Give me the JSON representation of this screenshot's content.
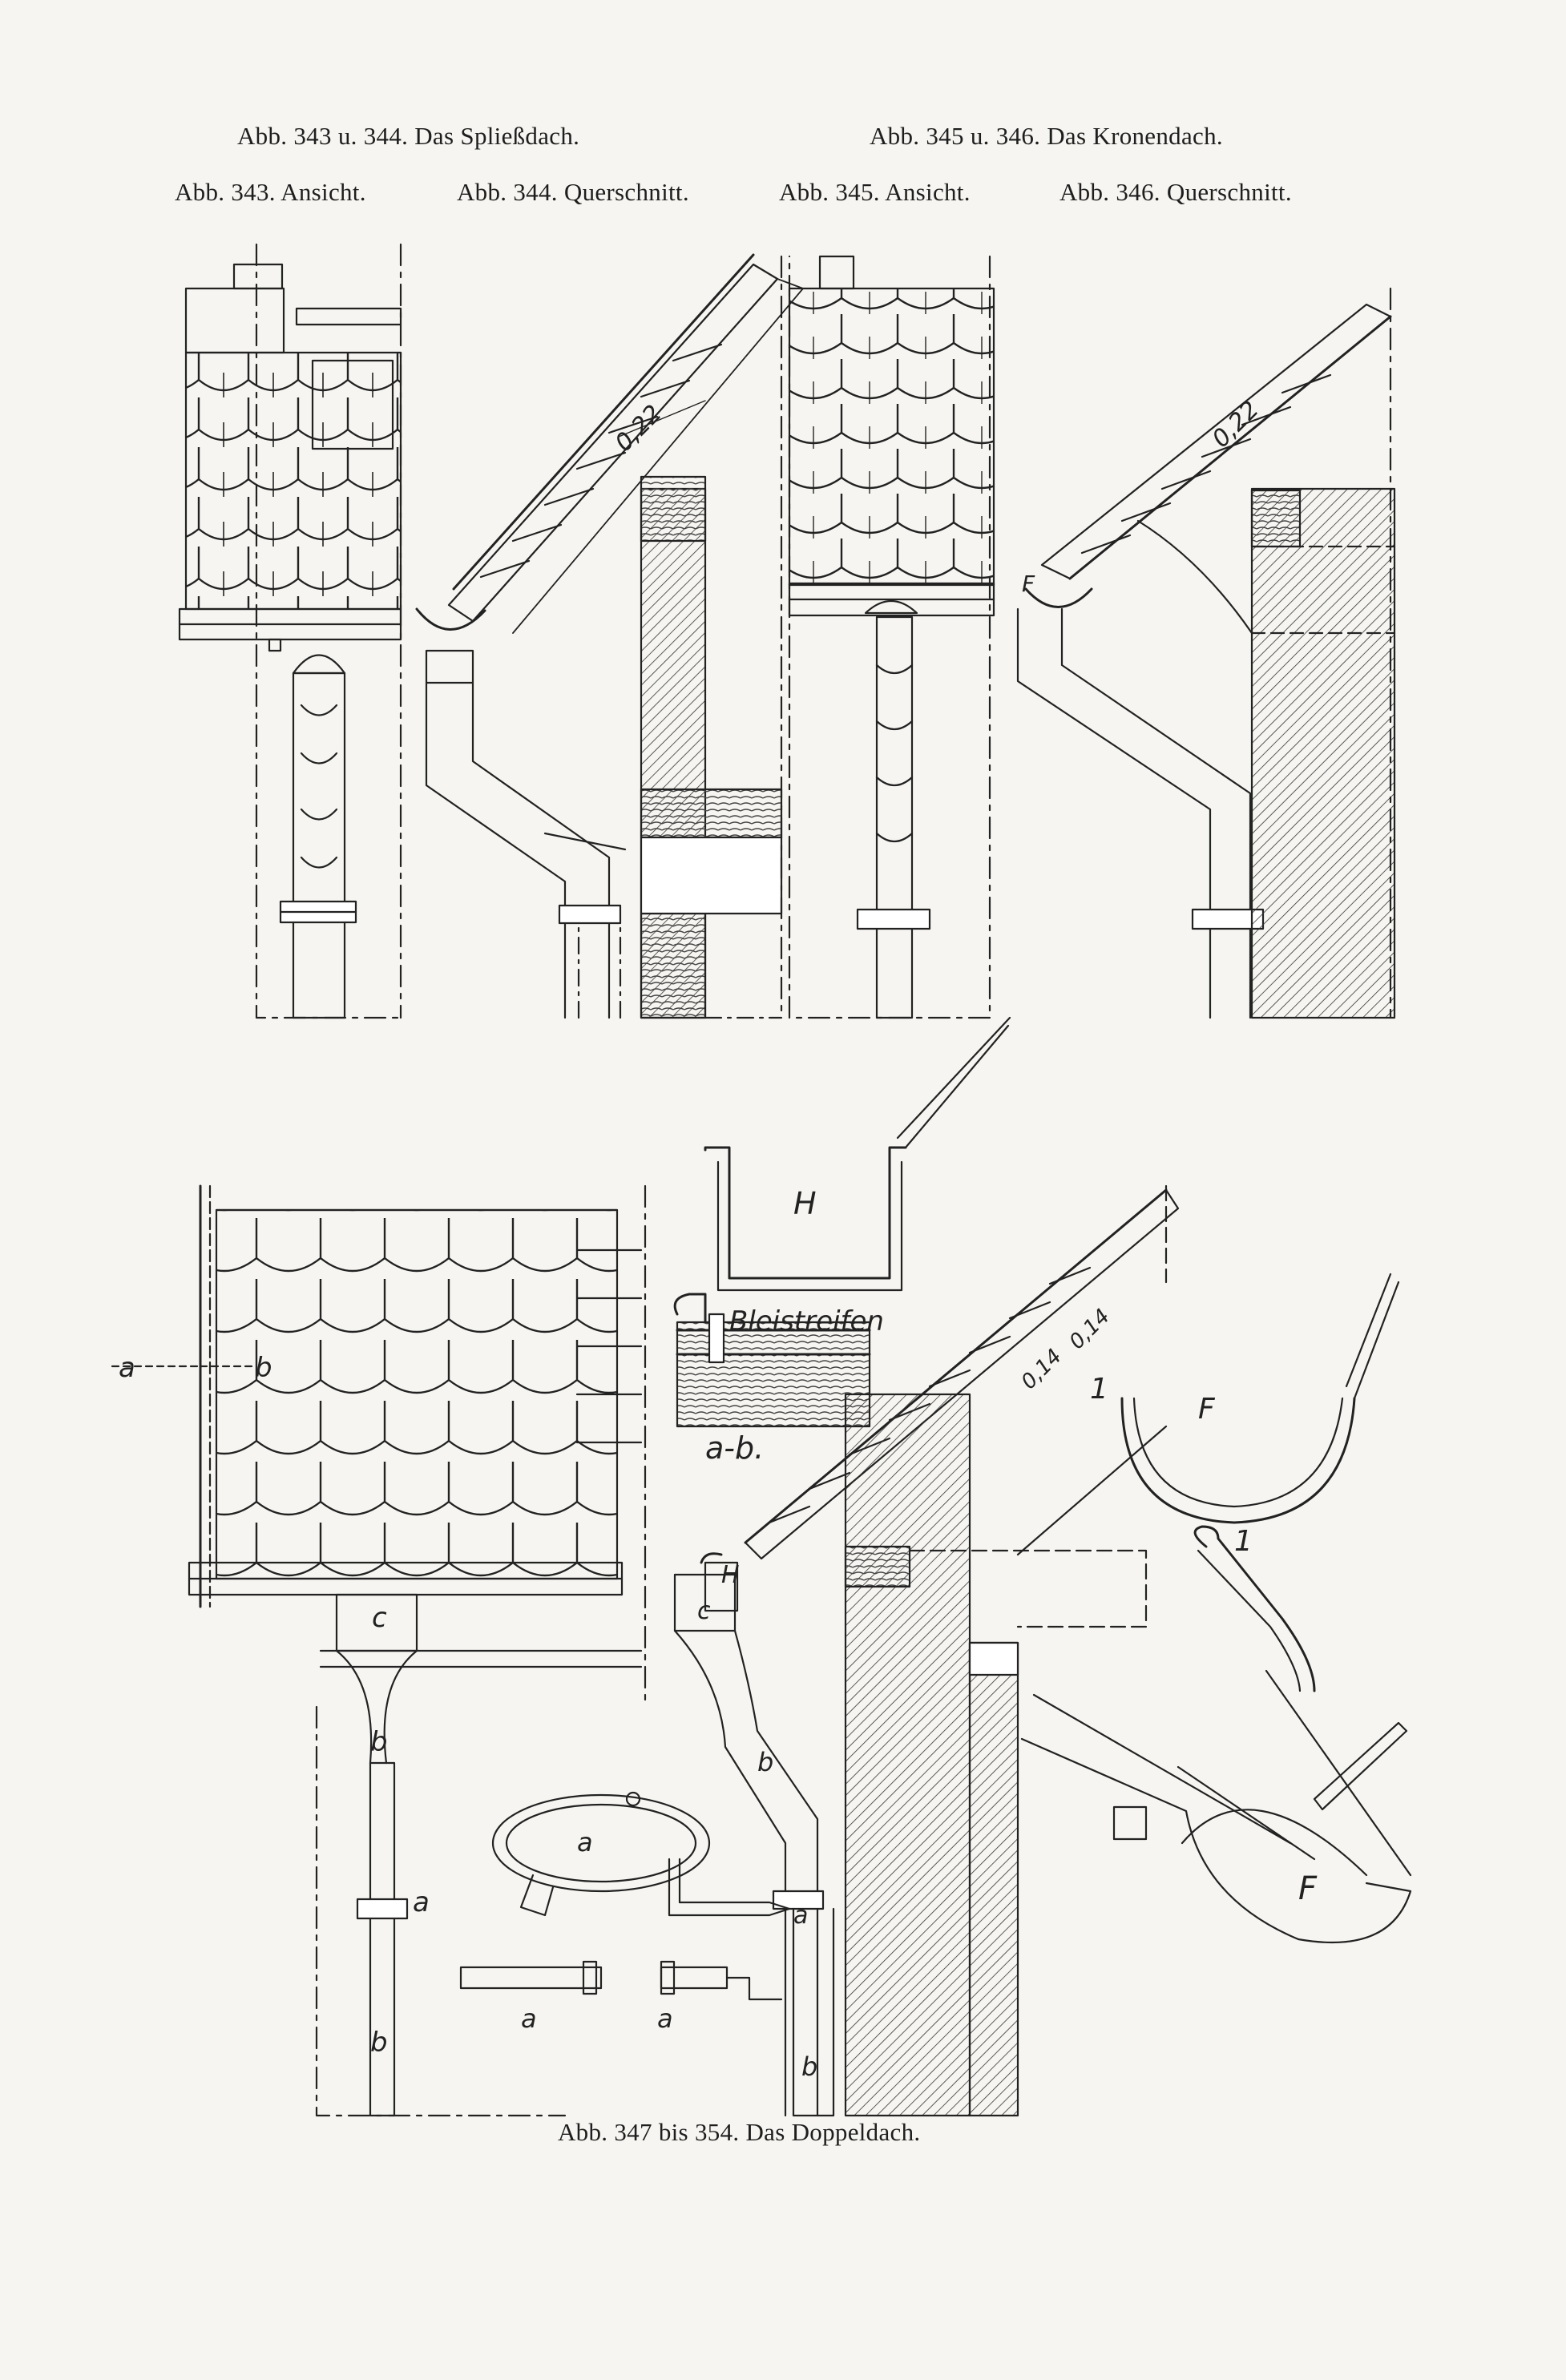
{
  "captions": {
    "group_top_left": "Abb. 343 u. 344. Das Spließdach.",
    "group_top_right": "Abb. 345 u. 346. Das Kronendach.",
    "fig343": "Abb. 343. Ansicht.",
    "fig344": "Abb. 344. Querschnitt.",
    "fig345": "Abb. 345. Ansicht.",
    "fig346": "Abb. 346. Querschnitt.",
    "bottom": "Abb. 347 bis 354. Das Doppeldach."
  },
  "labels": {
    "dim_022_a": "0,22",
    "dim_022_b": "0,22",
    "dim_014_a": "0,14",
    "dim_014_b": "0,14",
    "bleistreifen": "Bleistreifen",
    "ab_section": "a-b.",
    "a": "a",
    "b": "b",
    "c": "c",
    "H": "H",
    "F": "F",
    "one": "1"
  }
}
